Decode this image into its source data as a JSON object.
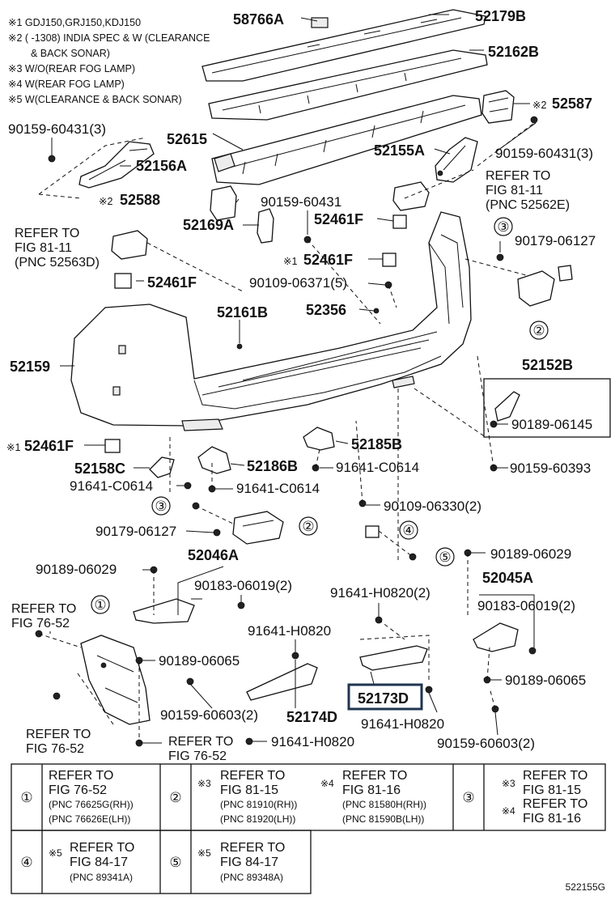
{
  "notes": [
    "※1 GDJ150,GRJ150,KDJ150",
    "※2 (      -1308) INDIA SPEC & W (CLEARANCE",
    "& BACK SONAR)",
    "※3 W/O(REAR FOG LAMP)",
    "※4 W(REAR FOG LAMP)",
    "※5 W(CLEARANCE & BACK SONAR)"
  ],
  "labels": {
    "l58766a": "58766A",
    "l52179b": "52179B",
    "l52162b": "52162B",
    "l52587": "52587",
    "l52587m": "※2",
    "l90159_60431_3a": "90159-60431(3)",
    "l52615": "52615",
    "l52155a": "52155A",
    "l52156a": "52156A",
    "l90159_60431_3b": "90159-60431(3)",
    "l52588": "52588",
    "l52588m": "※2",
    "l90159_60431": "90159-60431",
    "l52169a": "52169A",
    "l52461f_a": "52461F",
    "l52461f_b": "52461F",
    "l52461f_bm": "※1",
    "l52461f_c": "52461F",
    "l52461f_d": "52461F",
    "l52461f_dm": "※1",
    "l90179_06127a": "90179-06127",
    "l90109_06371_5": "90109-06371(5)",
    "l52356": "52356",
    "l52161b": "52161B",
    "l52159": "52159",
    "l52152b": "52152B",
    "l90189_06145": "90189-06145",
    "l52185b": "52185B",
    "l52158c": "52158C",
    "l52186b": "52186B",
    "l91641_c0614a": "91641-C0614",
    "l91641_c0614b": "91641-C0614",
    "l91641_c0614c": "91641-C0614",
    "l90159_60393": "90159-60393",
    "l90109_06330_2": "90109-06330(2)",
    "l90179_06127b": "90179-06127",
    "l52046a": "52046A",
    "l90189_06029a": "90189-06029",
    "l90189_06029b": "90189-06029",
    "l90183_06019_2a": "90183-06019(2)",
    "l90183_06019_2b": "90183-06019(2)",
    "l52045a": "52045A",
    "l91641_h0820_2": "91641-H0820(2)",
    "l91641_h0820a": "91641-H0820",
    "l91641_h0820b": "91641-H0820",
    "l91641_h0820c": "91641-H0820",
    "l90189_06065a": "90189-06065",
    "l90189_06065b": "90189-06065",
    "l52173d": "52173D",
    "l90159_60603_2a": "90159-60603(2)",
    "l90159_60603_2b": "90159-60603(2)",
    "l52174d": "52174D"
  },
  "refs": {
    "r_81_11_right_1": "REFER TO",
    "r_81_11_right_2": "FIG 81-11",
    "r_81_11_right_3": "(PNC 52562E)",
    "r_81_11_left_1": "REFER TO",
    "r_81_11_left_2": "FIG 81-11",
    "r_81_11_left_3": "(PNC 52563D)",
    "r_76_52_a_1": "REFER TO",
    "r_76_52_a_2": "FIG 76-52",
    "r_76_52_b_1": "REFER TO",
    "r_76_52_b_2": "FIG 76-52",
    "r_76_52_c_1": "REFER TO",
    "r_76_52_c_2": "FIG 76-52"
  },
  "callouts": {
    "c1": "①",
    "c2a": "②",
    "c2b": "②",
    "c3a": "③",
    "c3b": "③",
    "c4": "④",
    "c5": "⑤"
  },
  "table": {
    "t1_sym": "①",
    "t1_l1": "REFER TO",
    "t1_l2": "FIG 76-52",
    "t1_l3": "(PNC 76625G(RH))",
    "t1_l4": "(PNC 76626E(LH))",
    "t2_sym": "②",
    "t2a_m": "※3",
    "t2a_l1": "REFER TO",
    "t2a_l2": "FIG 81-15",
    "t2a_l3": "(PNC 81910(RH))",
    "t2a_l4": "(PNC 81920(LH))",
    "t2b_m": "※4",
    "t2b_l1": "REFER TO",
    "t2b_l2": "FIG 81-16",
    "t2b_l3": "(PNC 81580H(RH))",
    "t2b_l4": "(PNC 81590B(LH))",
    "t3_sym": "③",
    "t3a_m": "※3",
    "t3a_l1": "REFER TO",
    "t3a_l2": "FIG 81-15",
    "t3b_m": "※4",
    "t3b_l1": "REFER TO",
    "t3b_l2": "FIG 81-16",
    "t4_sym": "④",
    "t4_m": "※5",
    "t4_l1": "REFER TO",
    "t4_l2": "FIG 84-17",
    "t4_l3": "(PNC 89341A)",
    "t5_sym": "⑤",
    "t5_m": "※5",
    "t5_l1": "REFER TO",
    "t5_l2": "FIG 84-17",
    "t5_l3": "(PNC 89348A)"
  },
  "diagram_id": "522155G",
  "highlight": "52173D"
}
